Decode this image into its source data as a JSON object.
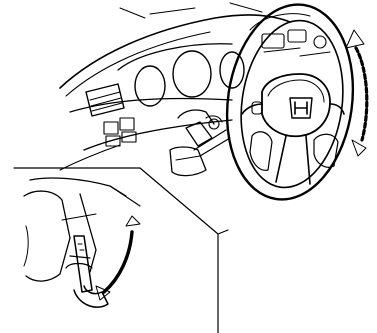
{
  "diagram": {
    "components": [
      {
        "name": "steering-wheel",
        "brand_emblem": "H"
      },
      {
        "name": "dashboard-gauges"
      },
      {
        "name": "steering-column"
      },
      {
        "name": "tilt-lever"
      }
    ],
    "arrows": [
      {
        "name": "tilt-direction-arrow",
        "style": "dashed double-headed"
      },
      {
        "name": "lever-direction-arrow",
        "style": "curved"
      }
    ]
  }
}
